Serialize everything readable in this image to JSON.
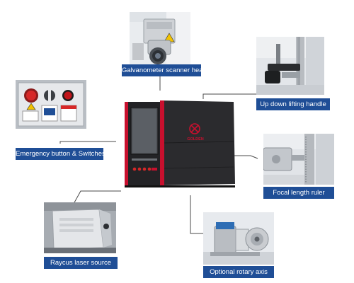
{
  "colors": {
    "label_background": "#1f4e96",
    "label_text": "#ffffff",
    "machine_body": "#2a2a2c",
    "machine_trim": "#c8102e",
    "connector_line": "#4a4a4a"
  },
  "machine": {
    "brand_text": "GOLDEN",
    "brand_icon": "xtl-logo-icon"
  },
  "callouts": {
    "scanner_head": {
      "label": "Galvanometer scanner head"
    },
    "lifting_handle": {
      "label": "Up down lifting handle"
    },
    "emergency_switches": {
      "label": "Emergency button & Switches"
    },
    "focal_ruler": {
      "label": "Focal length ruler"
    },
    "laser_source": {
      "label": "Raycus laser source"
    },
    "rotary_axis": {
      "label": "Optional rotary axis"
    }
  }
}
